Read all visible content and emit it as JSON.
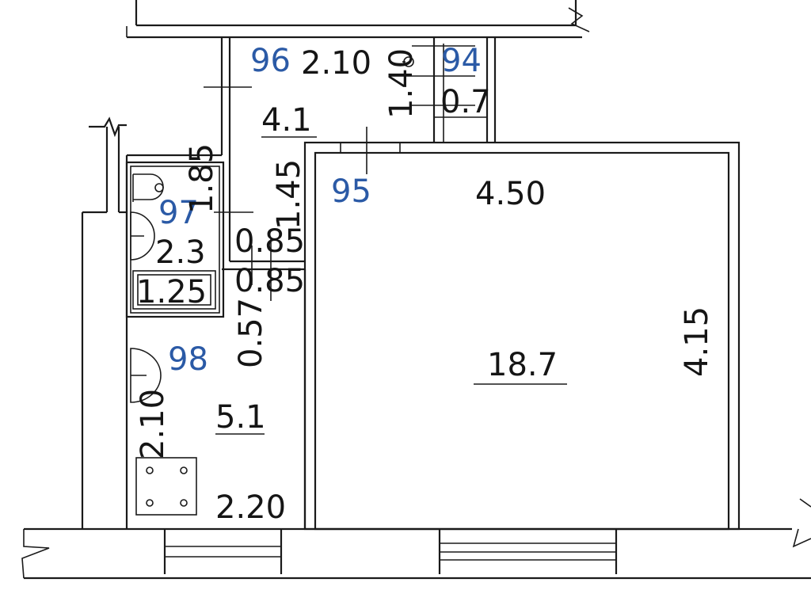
{
  "rooms": {
    "room_94": {
      "number": "94",
      "area": "0.7",
      "height_dim": "1.40"
    },
    "room_95": {
      "number": "95",
      "area": "18.7",
      "width_dim": "4.50",
      "depth_dim": "4.15"
    },
    "room_96": {
      "number": "96",
      "area": "4.1",
      "width_dim": "2.10",
      "depth_dim": "1.45",
      "door_dim": "0.85"
    },
    "room_97": {
      "number": "97",
      "area": "2.3",
      "depth_dim": "1.85",
      "tub_dim": "1.25"
    },
    "room_98": {
      "number": "98",
      "area": "5.1",
      "width_dim": "2.20",
      "depth_dim": "2.10",
      "door_dim": "0.85",
      "side_dim": "0.57"
    }
  }
}
